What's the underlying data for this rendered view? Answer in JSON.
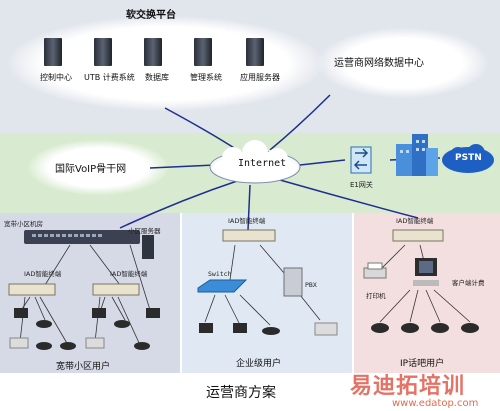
{
  "title_softswitch": "软交换平台",
  "servers": [
    {
      "name": "控制中心"
    },
    {
      "name": "UTB 计费系统"
    },
    {
      "name": "数据库"
    },
    {
      "name": "管理系统"
    },
    {
      "name": "应用服务器"
    }
  ],
  "operator_dc": "运营商网络数据中心",
  "voip_backbone": "国际VoIP骨干网",
  "internet": "Internet",
  "e1_gateway": "E1网关",
  "pstn": "PSTN",
  "broadband_zone": "宽带小区机房",
  "zone_server": "小区服务器",
  "iad_label": "IAD智能终端",
  "switch_label": "Switch",
  "pbx_label": "PBX",
  "printer_label": "打印机",
  "billing_label": "客户端计费",
  "group_broadband": "宽带小区用户",
  "group_enterprise": "企业级用户",
  "group_ipbar": "IP话吧用户",
  "footer_title": "运营商方案",
  "watermark_cn": "易迪拓培训",
  "watermark_url": "www.edatop.com",
  "colors": {
    "top_band": "#dfe4ec",
    "mid_band": "#d9ecd2",
    "panel_left": "#d9dde8",
    "panel_mid": "#dfe8f3",
    "panel_right": "#f4e0e0",
    "line": "#1e2f8f"
  }
}
